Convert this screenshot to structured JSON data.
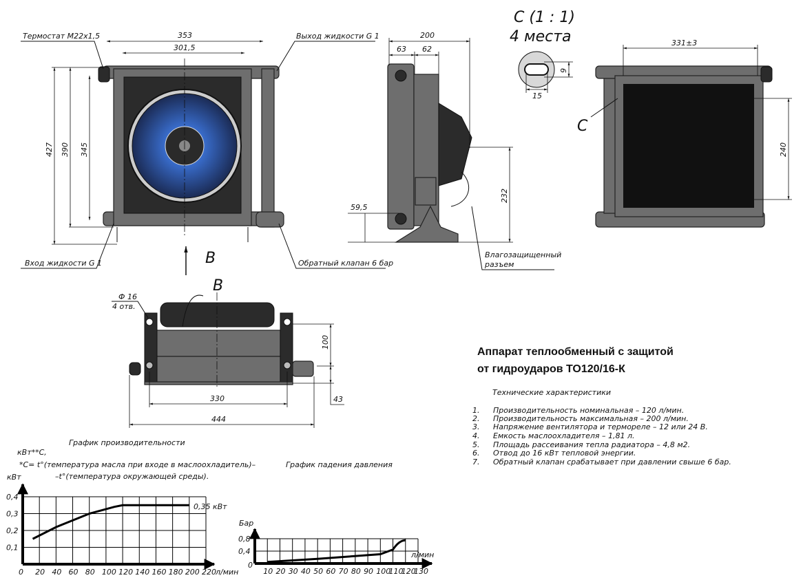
{
  "front_view": {
    "thermostat_label": "Термостат М22х1,5",
    "outlet_label": "Выход жидкости G 1",
    "inlet_label": "Вход жидкости G 1",
    "check_valve_label": "Обратный клапан 6 бар",
    "view_arrow_label": "B",
    "dims": {
      "width_total": "353",
      "width_inner": "301,5",
      "h1": "427",
      "h2": "390",
      "h3": "345"
    }
  },
  "side_view": {
    "dims": {
      "total": "200",
      "a": "63",
      "b": "62",
      "low": "59,5",
      "height": "232"
    },
    "connector_label_1": "Влагозащищенный",
    "connector_label_2": "разъем"
  },
  "detail": {
    "title": "С (1 : 1)",
    "count": "4 места",
    "dim_h": "9",
    "dim_w": "15"
  },
  "rear_view": {
    "width": "331±3",
    "height": "240",
    "detail_marker": "C"
  },
  "bottom_view": {
    "title": "B",
    "hole": "Ф 16",
    "hole_count": "4 отв.",
    "h": "100",
    "w_inner": "330",
    "offset": "43",
    "w_total": "444"
  },
  "product": {
    "title_line1": "Аппарат теплообменный с защитой",
    "title_line2": "от гидроударов ТО120/16-К"
  },
  "specs": {
    "heading": "Технические характеристики",
    "items": [
      {
        "n": "1.",
        "text": "Производительность номинальная – 120 л/мин."
      },
      {
        "n": "2.",
        "text": "Производительность максимальная – 200 л/мин."
      },
      {
        "n": "3.",
        "text": "Напряжение вентилятора и термореле – 12 или 24 В."
      },
      {
        "n": "4.",
        "text": "Емкость маслоохладителя – 1,81 л."
      },
      {
        "n": "5.",
        "text": "Площадь рассеивания тепла радиатора – 4,8 м2."
      },
      {
        "n": "6.",
        "text": "Отвод до 16 кВт тепловой энергии."
      },
      {
        "n": "7.",
        "text": "Обратный клапан срабатывает при давлении свыше 6 бар."
      }
    ]
  },
  "chart_data": [
    {
      "type": "line",
      "title": "График производительности",
      "unit_note": "кВт**С,",
      "formula_1": "*С= t°(температура масла при входе в маслоохладитель)–",
      "formula_2": "–t°(температура окружающей среды).",
      "ylabel": "кВт",
      "xlabel": "л/мин",
      "x_ticks": [
        "0",
        "20",
        "40",
        "60",
        "80",
        "100",
        "120",
        "140",
        "160",
        "180",
        "200",
        "220"
      ],
      "y_ticks": [
        "0,1",
        "0,2",
        "0,3",
        "0,4"
      ],
      "xlim": [
        0,
        220
      ],
      "ylim": [
        0,
        0.4
      ],
      "grid": true,
      "series": [
        {
          "name": "performance",
          "x": [
            12,
            40,
            80,
            110,
            120,
            200
          ],
          "y": [
            0.15,
            0.22,
            0.3,
            0.34,
            0.35,
            0.35
          ]
        }
      ],
      "annotation": "0,35 кВт"
    },
    {
      "type": "line",
      "title": "График падения давления",
      "ylabel": "Бар",
      "xlabel": "л/мин",
      "origin_label": "0",
      "x_ticks": [
        "10",
        "20",
        "30",
        "40",
        "50",
        "60",
        "70",
        "80",
        "90",
        "100",
        "110",
        "120",
        "130"
      ],
      "y_ticks": [
        "0,4",
        "0,8"
      ],
      "xlim": [
        0,
        130
      ],
      "ylim": [
        0,
        0.8
      ],
      "grid": true,
      "series": [
        {
          "name": "pressure drop",
          "x": [
            10,
            50,
            100,
            110,
            120
          ],
          "y": [
            0.05,
            0.15,
            0.3,
            0.45,
            0.75
          ]
        }
      ]
    }
  ]
}
